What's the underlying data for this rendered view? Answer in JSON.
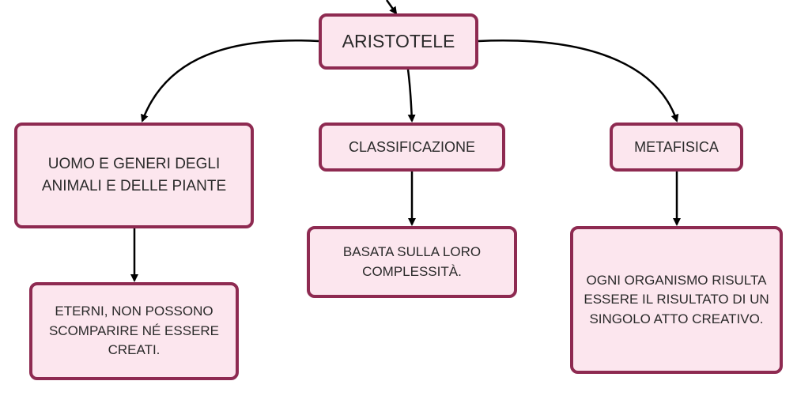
{
  "diagram": {
    "nodes": [
      {
        "id": "root",
        "text": "ARISTOTELE"
      },
      {
        "id": "uomo",
        "text": "UOMO E GENERI DEGLI ANIMALI E DELLE PIANTE"
      },
      {
        "id": "class",
        "text": "CLASSIFICAZIONE"
      },
      {
        "id": "meta",
        "text": "METAFISICA"
      },
      {
        "id": "eterni",
        "text": "ETERNI, NON POSSONO SCOMPARIRE NÉ ESSERE CREATI."
      },
      {
        "id": "basata",
        "text": "BASATA SULLA LORO COMPLESSITÀ."
      },
      {
        "id": "ogni",
        "text": "OGNI ORGANISMO RISULTA ESSERE IL RISULTATO DI UN SINGOLO ATTO CREATIVO."
      }
    ],
    "edges": [
      {
        "from": "above",
        "to": "root"
      },
      {
        "from": "root",
        "to": "uomo"
      },
      {
        "from": "root",
        "to": "class"
      },
      {
        "from": "root",
        "to": "meta"
      },
      {
        "from": "uomo",
        "to": "eterni"
      },
      {
        "from": "class",
        "to": "basata"
      },
      {
        "from": "meta",
        "to": "ogni"
      }
    ],
    "colors": {
      "node_fill": "#fce6ee",
      "node_border": "#8e2a51",
      "text": "#2a2a2a",
      "connector": "#000000"
    }
  }
}
